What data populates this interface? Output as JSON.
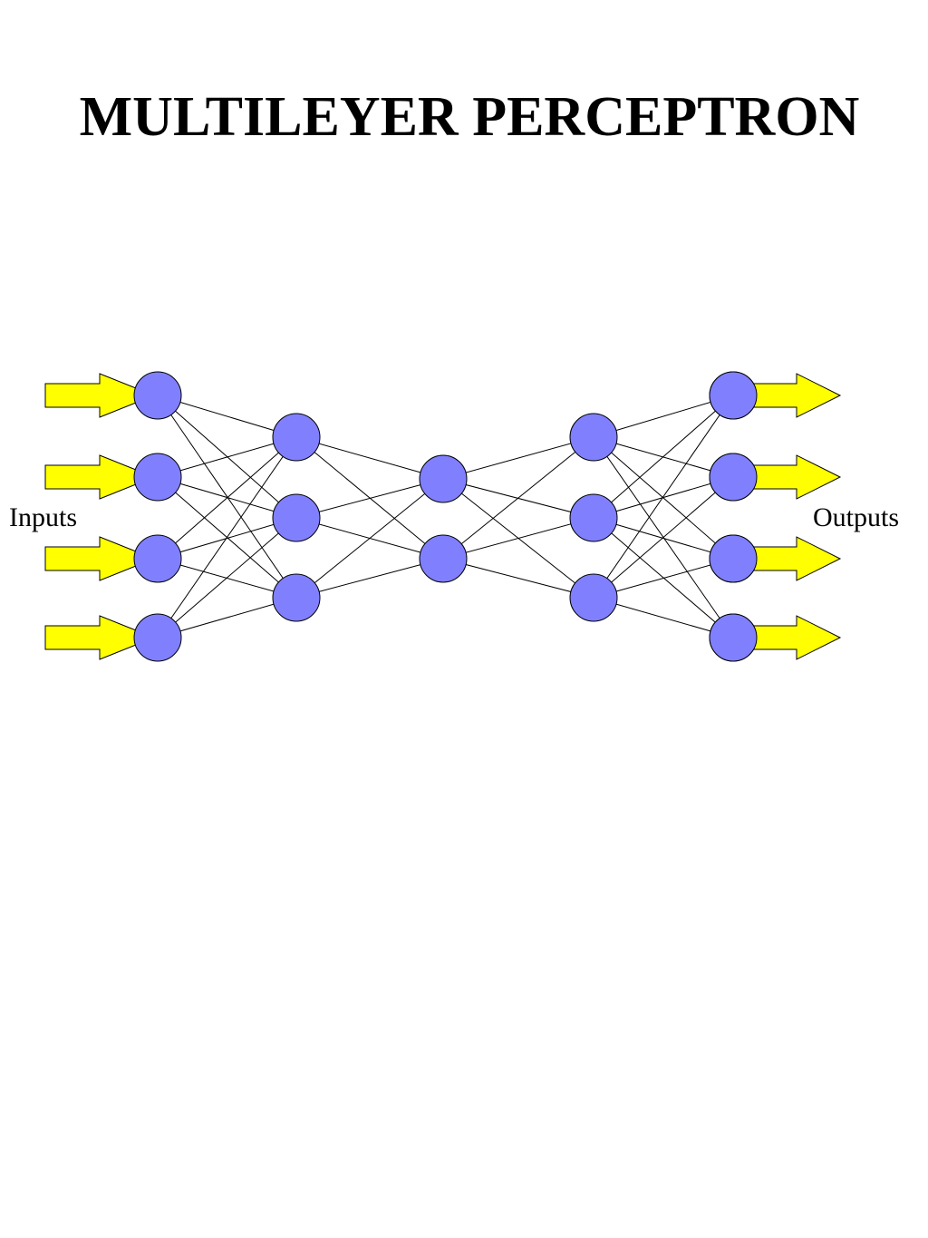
{
  "title": "MULTILEYER PERCEPTRON",
  "diagram": {
    "input_label": "Inputs",
    "output_label": "Outputs",
    "layers": [
      4,
      3,
      2,
      3,
      4
    ],
    "node_color": "#8080ff",
    "arrow_color": "#ffff00",
    "line_color": "#000000"
  }
}
